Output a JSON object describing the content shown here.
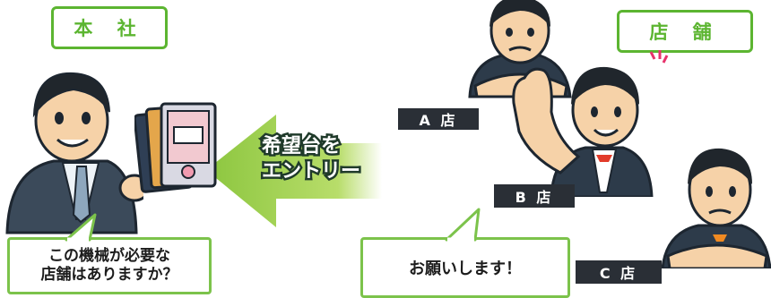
{
  "head_office_label": "本 社",
  "stores_label": "店 舗",
  "arrow_text": {
    "line1": "希望台を",
    "line2": "エントリー"
  },
  "store_tags": {
    "a": "A 店",
    "b": "B 店",
    "c": "C 店"
  },
  "head_office_bubble": {
    "line1": "この機械が必要な",
    "line2": "店舗はありますか？"
  },
  "store_bubble": "お願いします！",
  "colors": {
    "accent_green": "#5cb531",
    "arrow_green": "#8cc63f",
    "dark_tag": "#2a2f36"
  }
}
